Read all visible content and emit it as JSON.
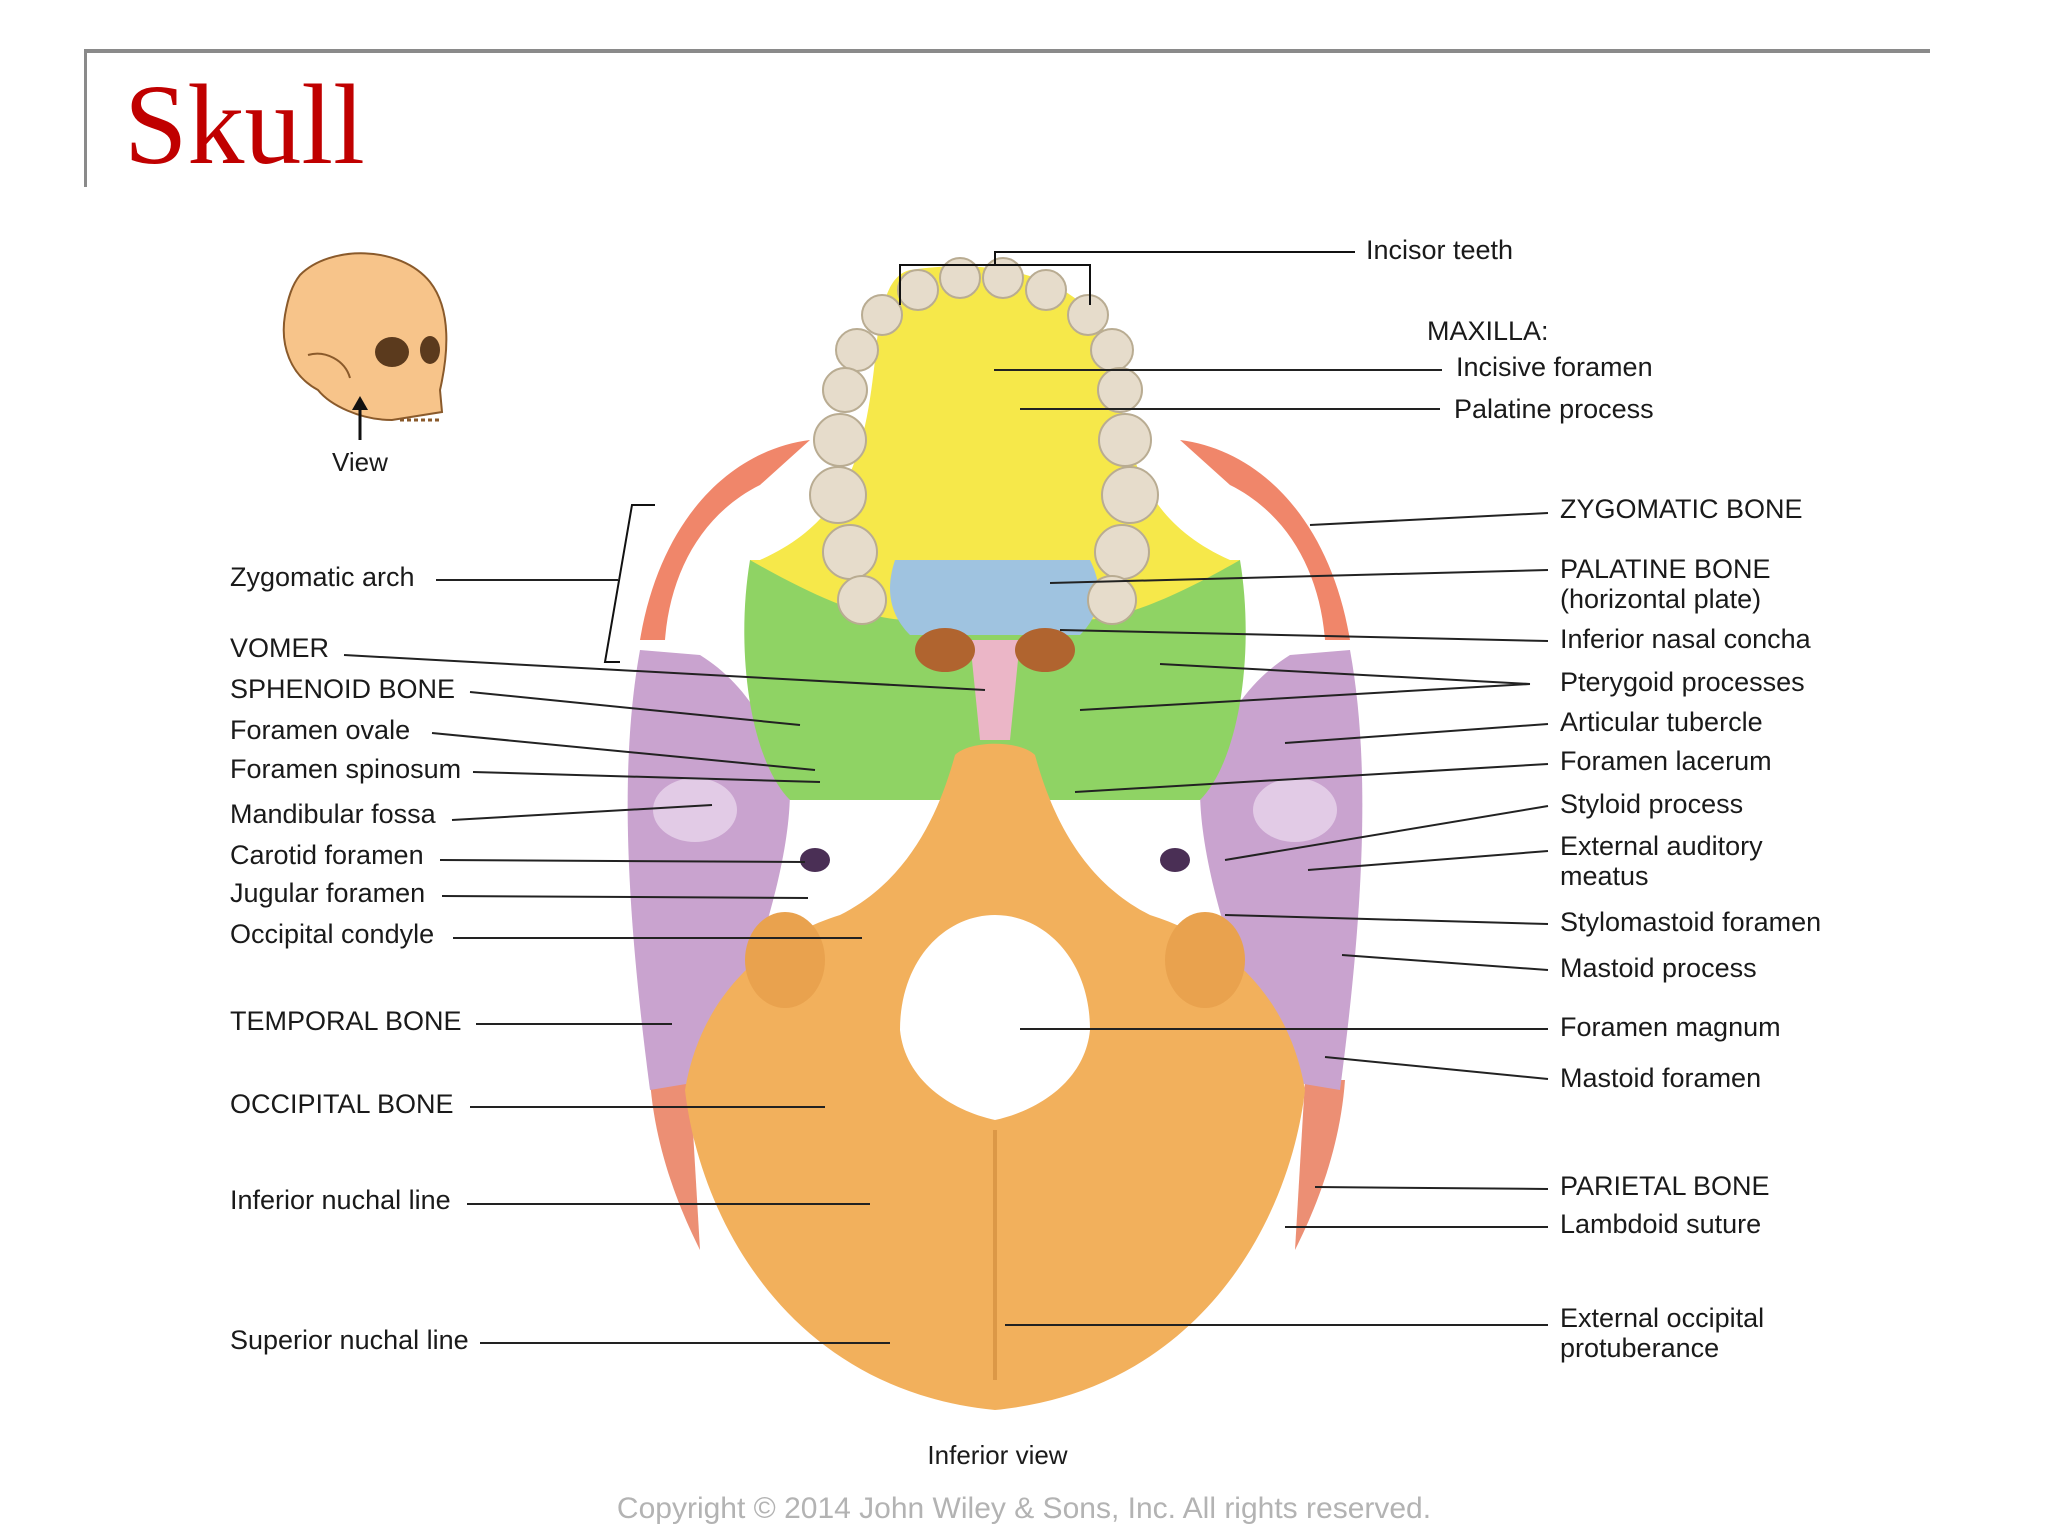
{
  "slide": {
    "title": "Skull",
    "caption": "Inferior view",
    "copyright": "Copyright © 2014 John Wiley & Sons, Inc. All rights reserved.",
    "thumbnail": {
      "label": "View"
    }
  },
  "labels": {
    "left": [
      "Zygomatic arch",
      "VOMER",
      "SPHENOID BONE",
      "Foramen ovale",
      "Foramen spinosum",
      "Mandibular fossa",
      "Carotid foramen",
      "Jugular foramen",
      "Occipital condyle",
      "TEMPORAL BONE",
      "OCCIPITAL BONE",
      "Inferior nuchal line",
      "Superior nuchal line"
    ],
    "right": [
      "Incisor teeth",
      "MAXILLA:",
      "Incisive foramen",
      "Palatine process",
      "ZYGOMATIC BONE",
      "PALATINE BONE\n(horizontal plate)",
      "Inferior nasal concha",
      "Pterygoid processes",
      "Articular tubercle",
      "Foramen lacerum",
      "Styloid process",
      "External auditory\nmeatus",
      "Stylomastoid foramen",
      "Mastoid process",
      "Foramen magnum",
      "Mastoid foramen",
      "PARIETAL BONE",
      "Lambdoid suture",
      "External occipital\nprotuberance"
    ]
  },
  "colors": {
    "title": "#c00000",
    "maxilla": "#f6e84a",
    "palatine": "#9fc3e0",
    "sphenoid": "#8fd364",
    "temporal": "#c9a3cf",
    "occipital": "#f2b05c",
    "zygomatic": "#f0866a",
    "parietal": "#ec8f74",
    "vomer": "#ebb6c7",
    "nasal_concha": "#b0642f",
    "teeth": "#e6dccb"
  }
}
